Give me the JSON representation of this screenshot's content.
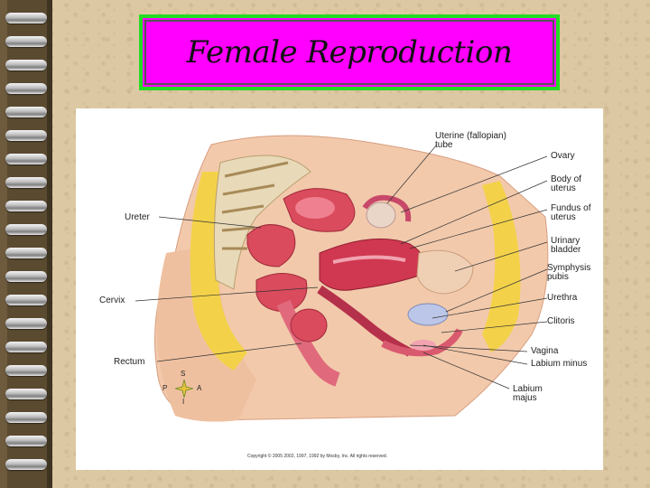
{
  "slide": {
    "title": "Female Reproduction"
  },
  "diagram": {
    "labels": {
      "uterine_tube": "Uterine (fallopian)\ntube",
      "ovary": "Ovary",
      "body_of_uterus": "Body of\nuterus",
      "fundus_of_uterus": "Fundus of\nuterus",
      "ureter": "Ureter",
      "urinary_bladder": "Urinary\nbladder",
      "symphysis_pubis": "Symphysis\npubis",
      "cervix": "Cervix",
      "urethra": "Urethra",
      "clitoris": "Clitoris",
      "vagina": "Vagina",
      "rectum": "Rectum",
      "labium_minus": "Labium minus",
      "labium_majus": "Labium\nmajus"
    },
    "compass": {
      "s": "S",
      "p": "P",
      "a": "A",
      "i": "I"
    },
    "copyright": "Copyright © 2005 2002, 1997, 1992 by Mosby, Inc. All rights reserved."
  }
}
